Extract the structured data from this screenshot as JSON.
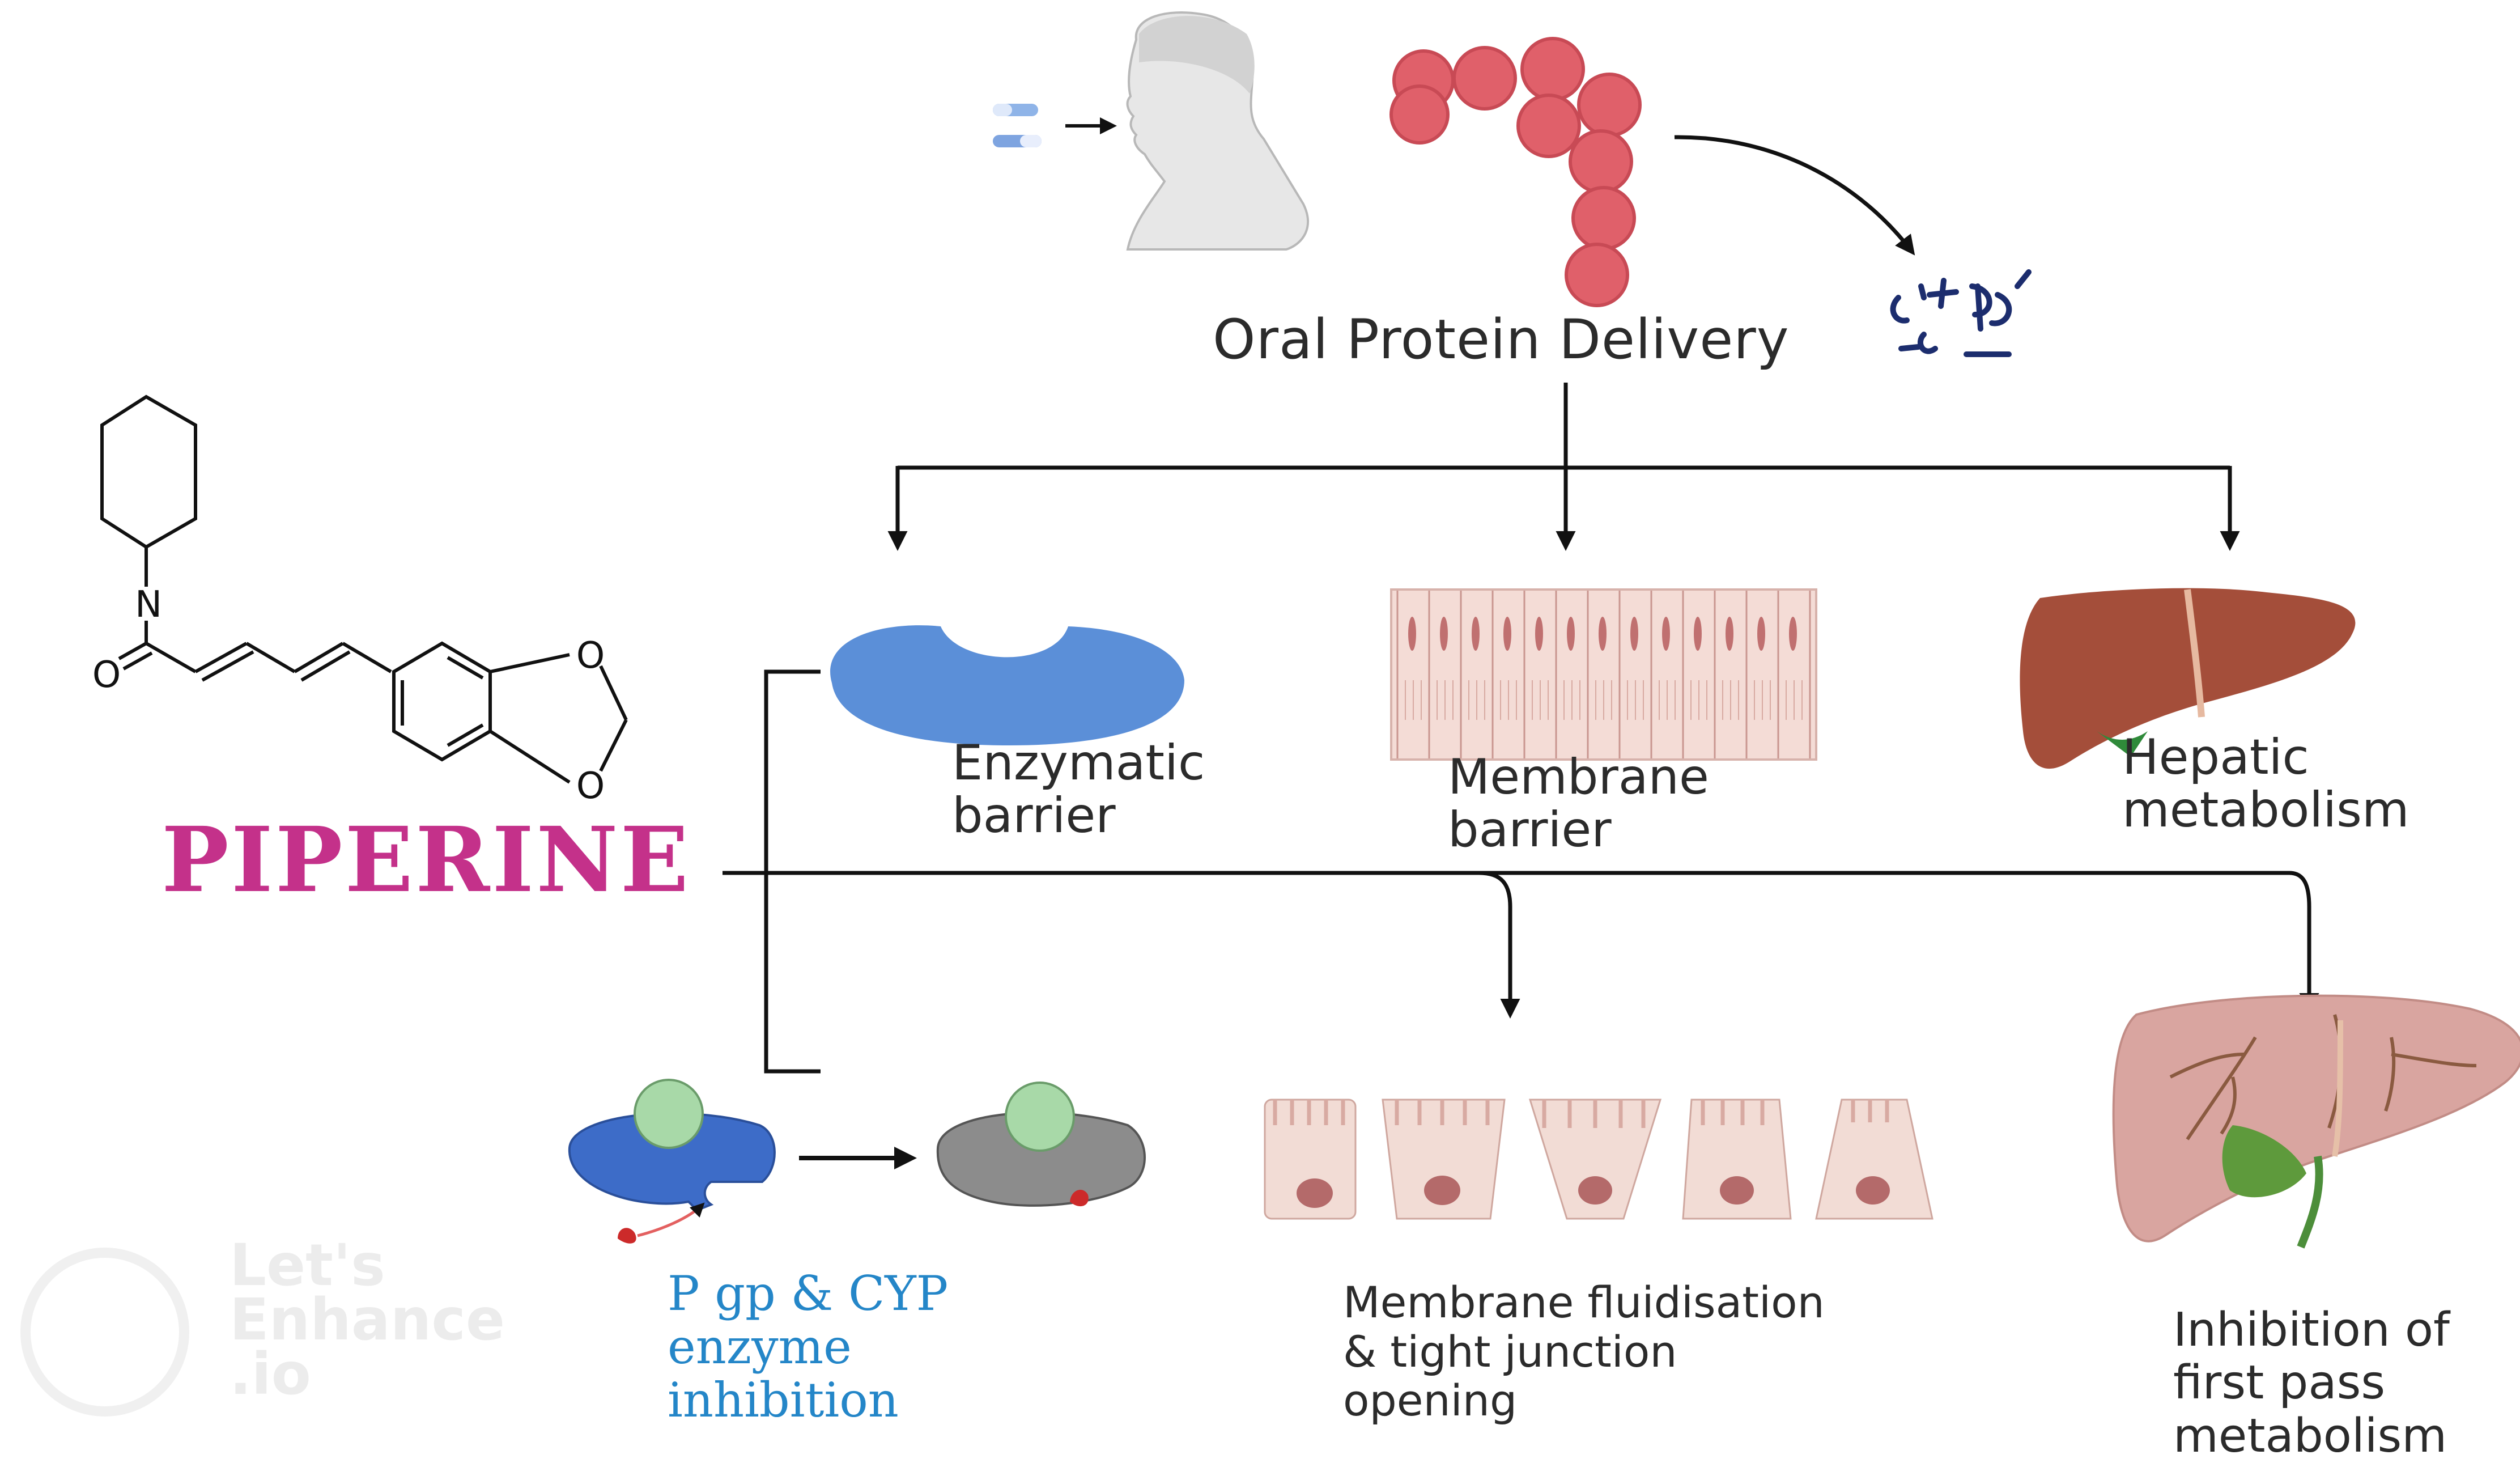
{
  "diagram": {
    "title": "Oral Protein Delivery",
    "compound": "PIPERINE",
    "barriers": [
      {
        "id": "enzymatic",
        "lines": [
          "Enzymatic",
          "barrier"
        ]
      },
      {
        "id": "membrane",
        "lines": [
          "Membrane",
          "barrier"
        ]
      },
      {
        "id": "hepatic",
        "lines": [
          "Hepatic",
          "metabolism"
        ]
      }
    ],
    "effects": [
      {
        "id": "pgp",
        "lines": [
          "P gp & CYP",
          "enzyme",
          "inhibition"
        ]
      },
      {
        "id": "fluidisation",
        "lines": [
          "Membrane fluidisation",
          "& tight junction",
          "opening"
        ]
      },
      {
        "id": "first_pass",
        "lines": [
          "Inhibition of",
          "first pass",
          "metabolism"
        ]
      }
    ],
    "molecule_atoms": {
      "nitrogen": "N",
      "oxygen_carbonyl": "O",
      "oxygen_ring_1": "O",
      "oxygen_ring_2": "O"
    },
    "watermark": [
      "Let's",
      "Enhance",
      ".io"
    ]
  },
  "colors": {
    "piperine": "#c4318a",
    "pgp_text": "#2486c8",
    "enzyme_blue": "#5b8fd8",
    "protein_red": "#e0606a",
    "liver_brown": "#a44e3a",
    "liver_pink": "#d9a5a0"
  }
}
